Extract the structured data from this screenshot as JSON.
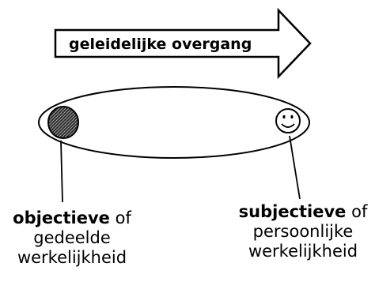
{
  "arrow": {
    "label": "geleidelijke overgang"
  },
  "left_caption": {
    "bold": "objectieve",
    "rest_line1": " of",
    "line2": "gedeelde",
    "line3": "werkelijkheid"
  },
  "right_caption": {
    "bold": "subjectieve",
    "rest_line1": " of",
    "line2": "persoonlijke",
    "line3": "werkelijkheid"
  }
}
